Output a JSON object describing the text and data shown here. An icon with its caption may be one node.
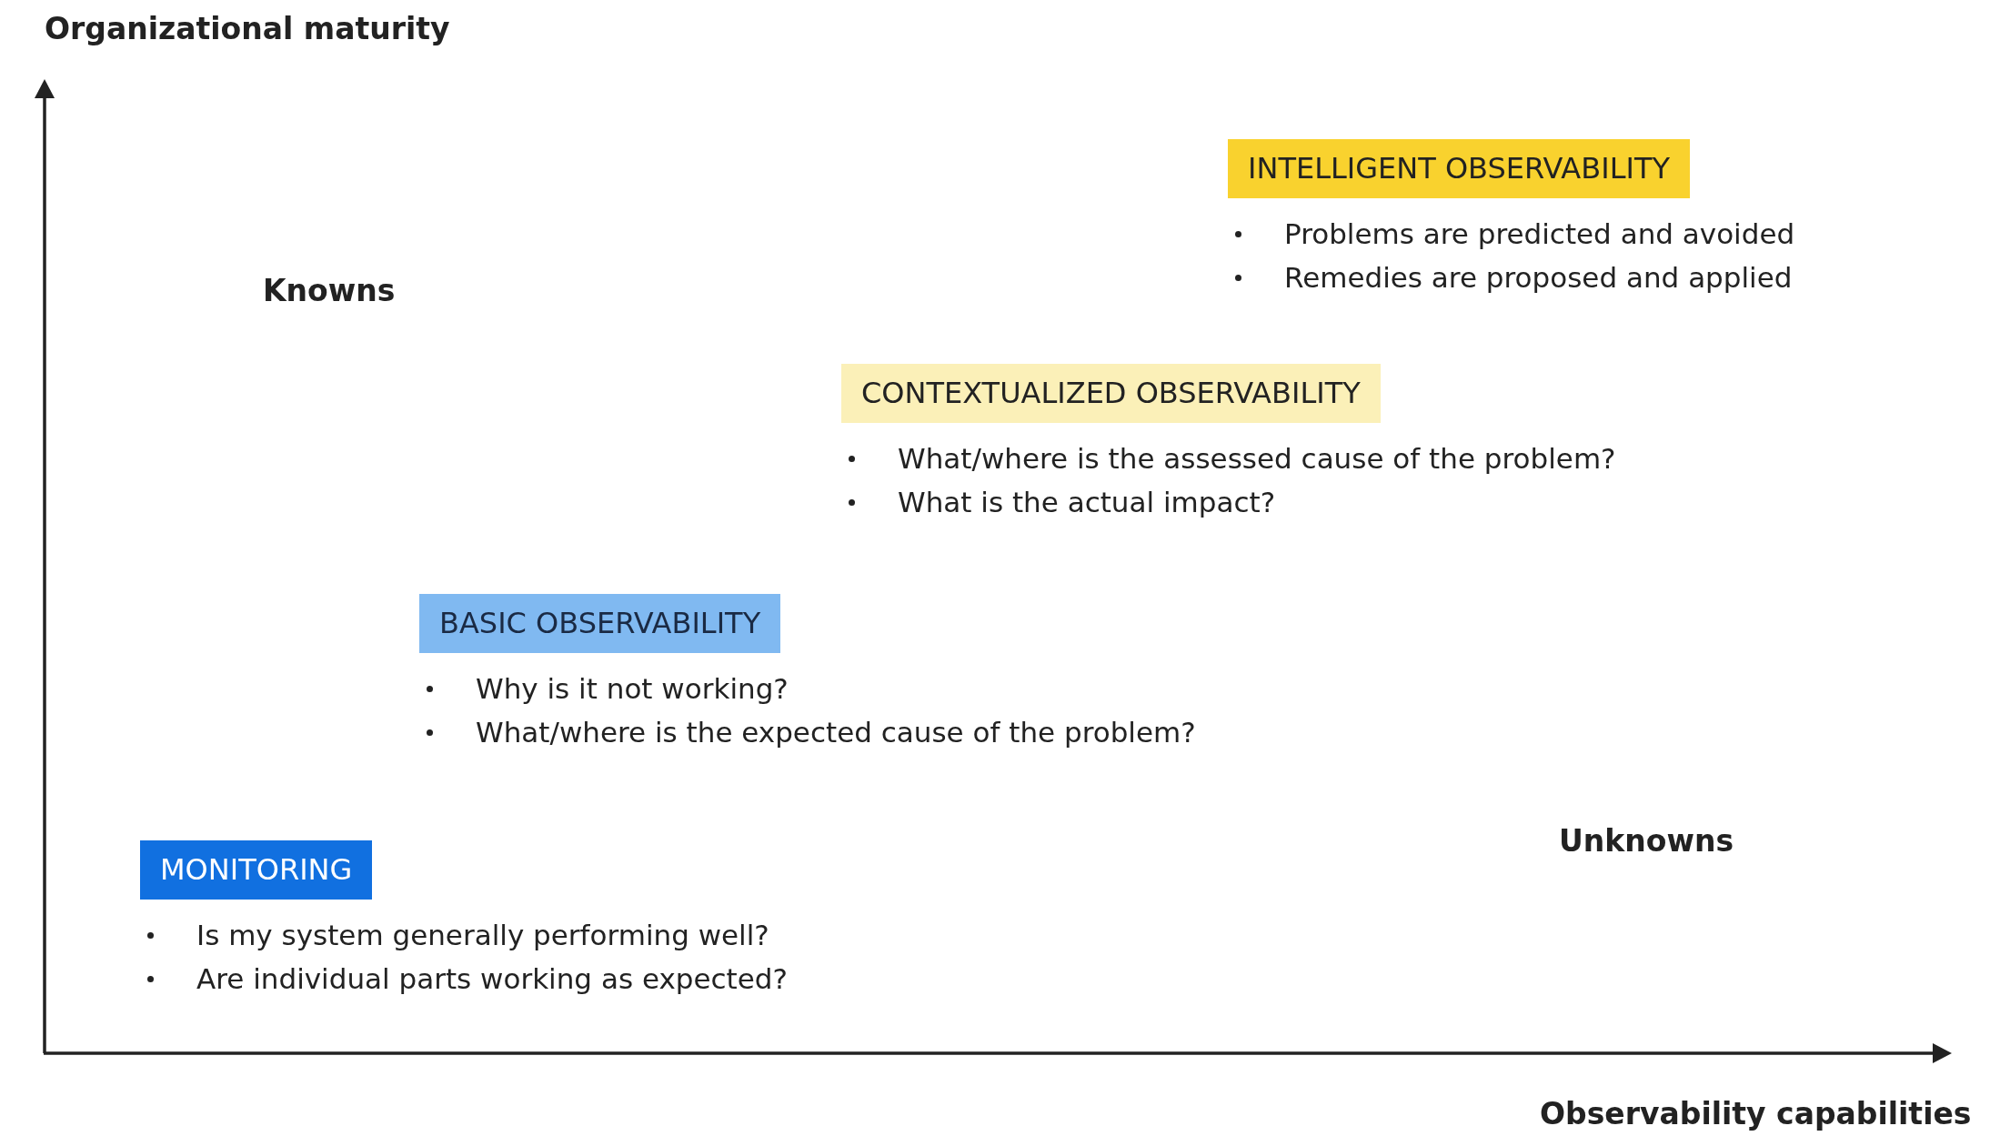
{
  "diagram": {
    "title": "Organizational maturity",
    "nodes": [
      {
        "text": [
          "INTELLIGENT OBSERVABILITY"
        ],
        "beside": [
          "Problems are predicted and avoided",
          "Remedies are proposed and applied"
        ]
      },
      {
        "text": [
          "CONTEXTUALIZED OBSERVABILITY"
        ],
        "beside": [
          "What/where is the assessed cause of the problem?",
          "What is the actual impact?"
        ]
      },
      {
        "text": [
          "BASIC OBSERVABILITY"
        ],
        "beside": [
          "Why is it not working?",
          "What/where is the expected cause of the problem?"
        ]
      },
      {
        "text": [
          "MONITORING"
        ],
        "beside": [
          "Is my system generally performing well?",
          "Are individual parts working as expected?"
        ]
      }
    ],
    "labels": [
      "Knowns",
      "Unknowns",
      "Observability capabilities"
    ]
  }
}
